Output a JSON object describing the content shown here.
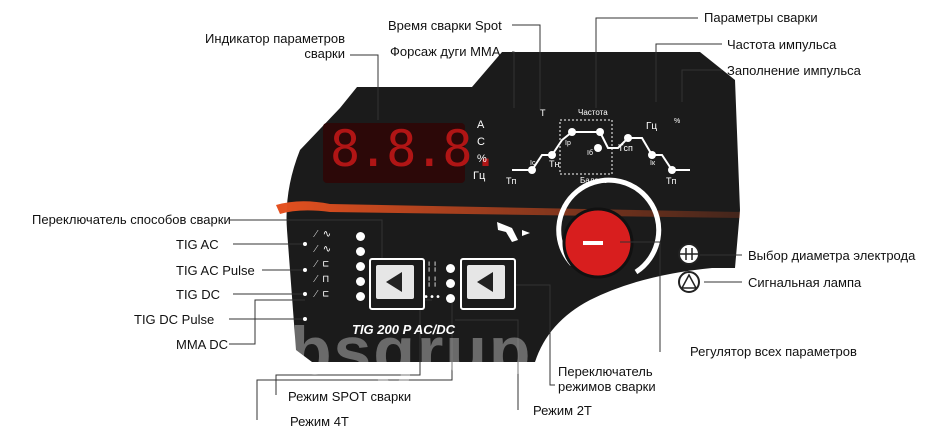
{
  "labels": {
    "indicator_line1": "Индикатор параметров",
    "indicator_line2": "сварки",
    "spot_time": "Время сварки Spot",
    "mma_force": "Форсаж дуги MMA",
    "weld_params": "Параметры сварки",
    "pulse_freq": "Частота импульса",
    "pulse_fill": "Заполнение импульса",
    "mode_switch": "Переключатель способов сварки",
    "tig_ac": "TIG AC",
    "tig_ac_pulse": "TIG AC Pulse",
    "tig_dc": "TIG DC",
    "tig_dc_pulse": "TIG DC Pulse",
    "mma_dc": "MMA DC",
    "electrode_dia": "Выбор диаметра электрода",
    "signal_lamp": "Сигнальная лампа",
    "regulator": "Регулятор всех параметров",
    "mode_switch2_line1": "Переключатель",
    "mode_switch2_line2": "режимов сварки",
    "spot_mode": "Режим SPOT сварки",
    "mode_4t": "Режим 4T",
    "mode_2t": "Режим 2T"
  },
  "panel": {
    "display_value": "8.8.8.",
    "unit_a": "А",
    "unit_c": "С",
    "unit_pct": "%",
    "unit_hz": "Гц",
    "model": "TIG 200 P AC/DC",
    "freq_label": "Частота",
    "balance_label": "Баланс",
    "hz_label": "Гц",
    "pct_label": "%",
    "t_label": "T",
    "param_tp1": "Tп",
    "param_tn": "Tн",
    "param_ic": "Iс",
    "param_ip": "Iр",
    "param_ib": "Iб",
    "param_tcp": "Tсп",
    "param_ik": "Iк",
    "param_tp2": "Tп"
  },
  "watermark": "bsgrup.by",
  "colors": {
    "panel": "#1b1b1b",
    "accent": "#e4501f",
    "knob": "#d81e1e",
    "display_red": "#b01515"
  }
}
